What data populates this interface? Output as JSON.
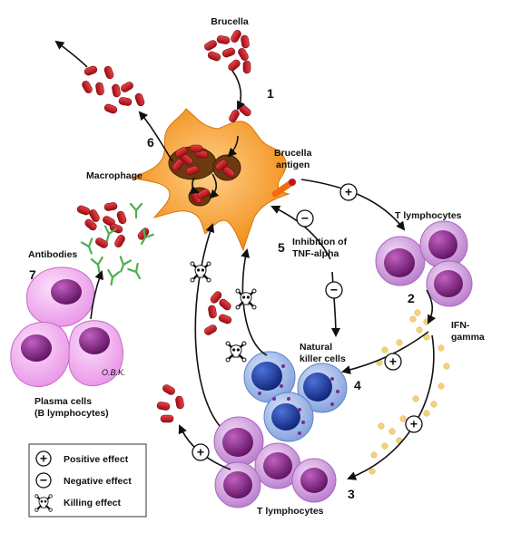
{
  "labels": {
    "brucella": "Brucella",
    "macrophage": "Macrophage",
    "brucella_antigen_1": "Brucella",
    "brucella_antigen_2": "antigen",
    "t_lymphocytes_top": "T lymphocytes",
    "t_lymphocytes_bottom": "T lymphocytes",
    "antibodies": "Antibodies",
    "inhibition_1": "Inhibition of",
    "inhibition_2": "TNF-alpha",
    "ifn_1": "IFN-",
    "ifn_2": "gamma",
    "nk_1": "Natural",
    "nk_2": "killer cells",
    "plasma_1": "Plasma cells",
    "plasma_2": "(B lymphocytes)",
    "signature": "O.B.K."
  },
  "steps": [
    "1",
    "2",
    "3",
    "4",
    "5",
    "6",
    "7"
  ],
  "symbols": {
    "plus": "+",
    "minus": "−"
  },
  "legend": {
    "positive": "Positive effect",
    "negative": "Negative effect",
    "killing": "Killing effect"
  },
  "colors": {
    "bacteria": "#c0141c",
    "macrophage": "#f7941d",
    "lymphocyte": "#c58fd6",
    "nucleus": "#7a1f7a",
    "nk_cell": "#8fb0e6",
    "nk_nucleus": "#1e3f9e",
    "plasma": "#f2a6f0",
    "antibody": "#4caf50",
    "ifn_dot": "#f3d27a"
  }
}
